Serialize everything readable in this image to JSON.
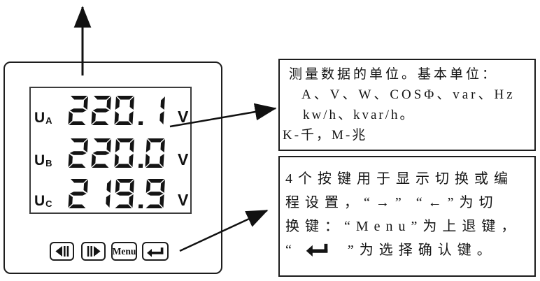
{
  "colors": {
    "ink": "#141414",
    "border": "#1d1d1d",
    "bg": "#ffffff"
  },
  "device": {
    "display": {
      "rows": [
        {
          "label": "U",
          "phase": "A",
          "value": "220.1",
          "unit": "V"
        },
        {
          "label": "U",
          "phase": "B",
          "value": "220.0",
          "unit": "V"
        },
        {
          "label": "U",
          "phase": "C",
          "value": "219.9",
          "unit": "V"
        }
      ]
    },
    "buttons": [
      {
        "icon": "step-back-icon"
      },
      {
        "icon": "step-forward-icon"
      },
      {
        "label": "Menu"
      },
      {
        "icon": "enter-icon"
      }
    ]
  },
  "annotations": {
    "units_note": {
      "lines": [
        "测量数据的单位。基本单位：",
        "A、V、W、COSΦ、var、Hz",
        "kw/h、kvar/h。",
        "K-千，M-兆"
      ]
    },
    "keys_note": {
      "lines": [
        "4个按键用于显示切换或编",
        "程设置，“→” “←”为切",
        "换键：“Menu”为上退键，"
      ],
      "line4_pre": "“",
      "line4_post": "”为选择确认键。"
    }
  }
}
